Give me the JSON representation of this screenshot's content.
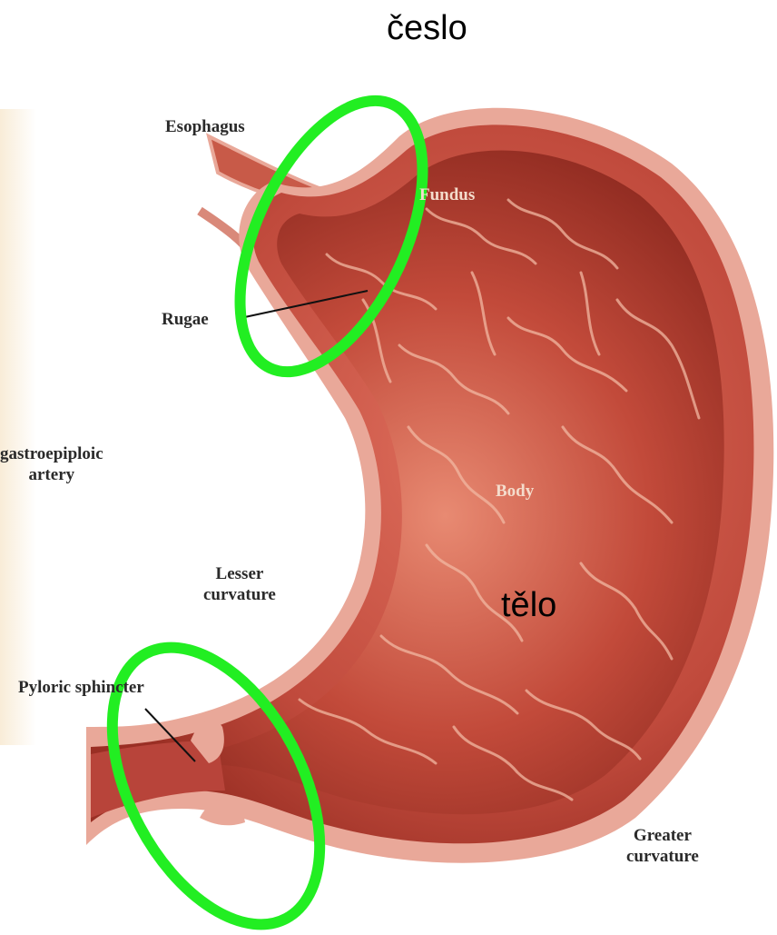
{
  "labels": {
    "esophagus": "Esophagus",
    "fundus": "Fundus",
    "rugae": "Rugae",
    "gastroepiploic_line1": "gastroepiploic",
    "gastroepiploic_line2": "artery",
    "body": "Body",
    "lesser_line1": "Lesser",
    "lesser_line2": "curvature",
    "pyloric": "Pyloric sphincter",
    "greater_line1": "Greater",
    "greater_line2": "curvature"
  },
  "overlay": {
    "top_label": "česlo",
    "body_label": "tělo"
  },
  "colors": {
    "highlight": "#22ee22",
    "stomach_outer": "#c2453a",
    "stomach_inner": "#b83a2e",
    "wall_pink": "#e9a899"
  }
}
